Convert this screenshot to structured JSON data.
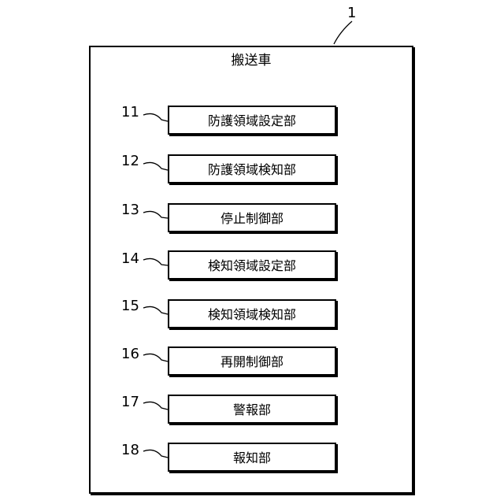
{
  "outer": {
    "ref": "1",
    "title": "搬送車"
  },
  "blocks": [
    {
      "ref": "11",
      "label": "防護領域設定部"
    },
    {
      "ref": "12",
      "label": "防護領域検知部"
    },
    {
      "ref": "13",
      "label": "停止制御部"
    },
    {
      "ref": "14",
      "label": "検知領域設定部"
    },
    {
      "ref": "15",
      "label": "検知領域検知部"
    },
    {
      "ref": "16",
      "label": "再開制御部"
    },
    {
      "ref": "17",
      "label": "警報部"
    },
    {
      "ref": "18",
      "label": "報知部"
    }
  ]
}
